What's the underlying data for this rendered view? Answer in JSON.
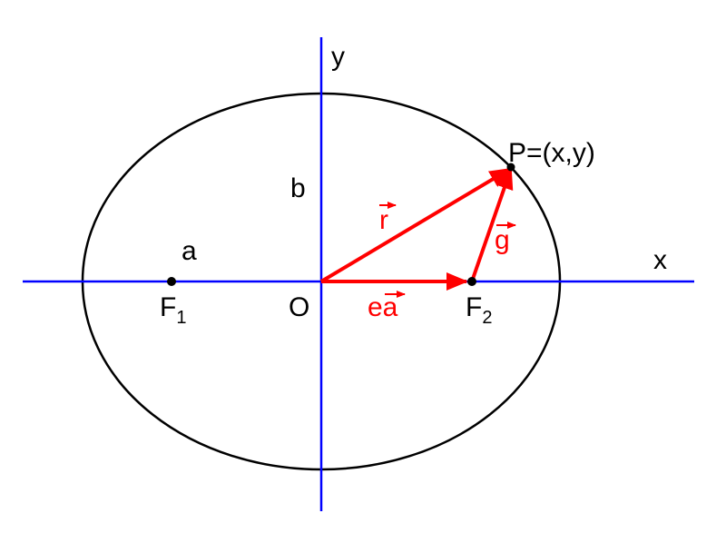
{
  "colors": {
    "axes": "#0000ff",
    "vectors": "#ff0000",
    "ellipse": "#000000",
    "labels": "#000000"
  },
  "labels": {
    "x_axis": "x",
    "y_axis": "y",
    "origin": "O",
    "semi_major": "a",
    "semi_minor": "b",
    "focus1": "F",
    "focus1_sub": "1",
    "focus2": "F",
    "focus2_sub": "2",
    "point": "P=(x,y)",
    "vector_r": "r",
    "vector_g": "g",
    "vector_ea": "ea"
  }
}
